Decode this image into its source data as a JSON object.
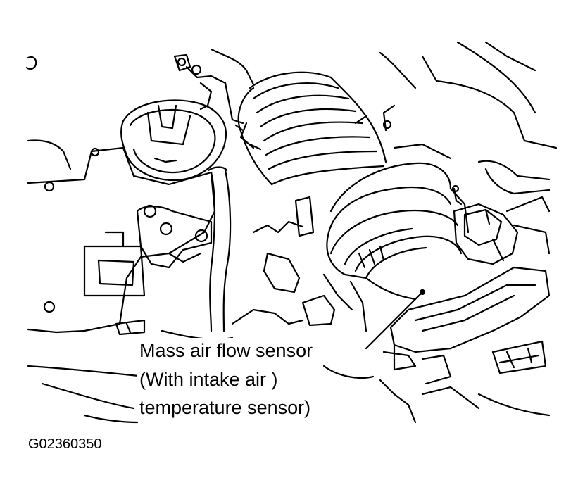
{
  "callout": {
    "line1": "Mass air flow sensor",
    "line2": "(With intake air )",
    "line3": "temperature sensor)"
  },
  "figure_code": "G02360350",
  "colors": {
    "ink": "#000000",
    "paper": "#ffffff"
  }
}
